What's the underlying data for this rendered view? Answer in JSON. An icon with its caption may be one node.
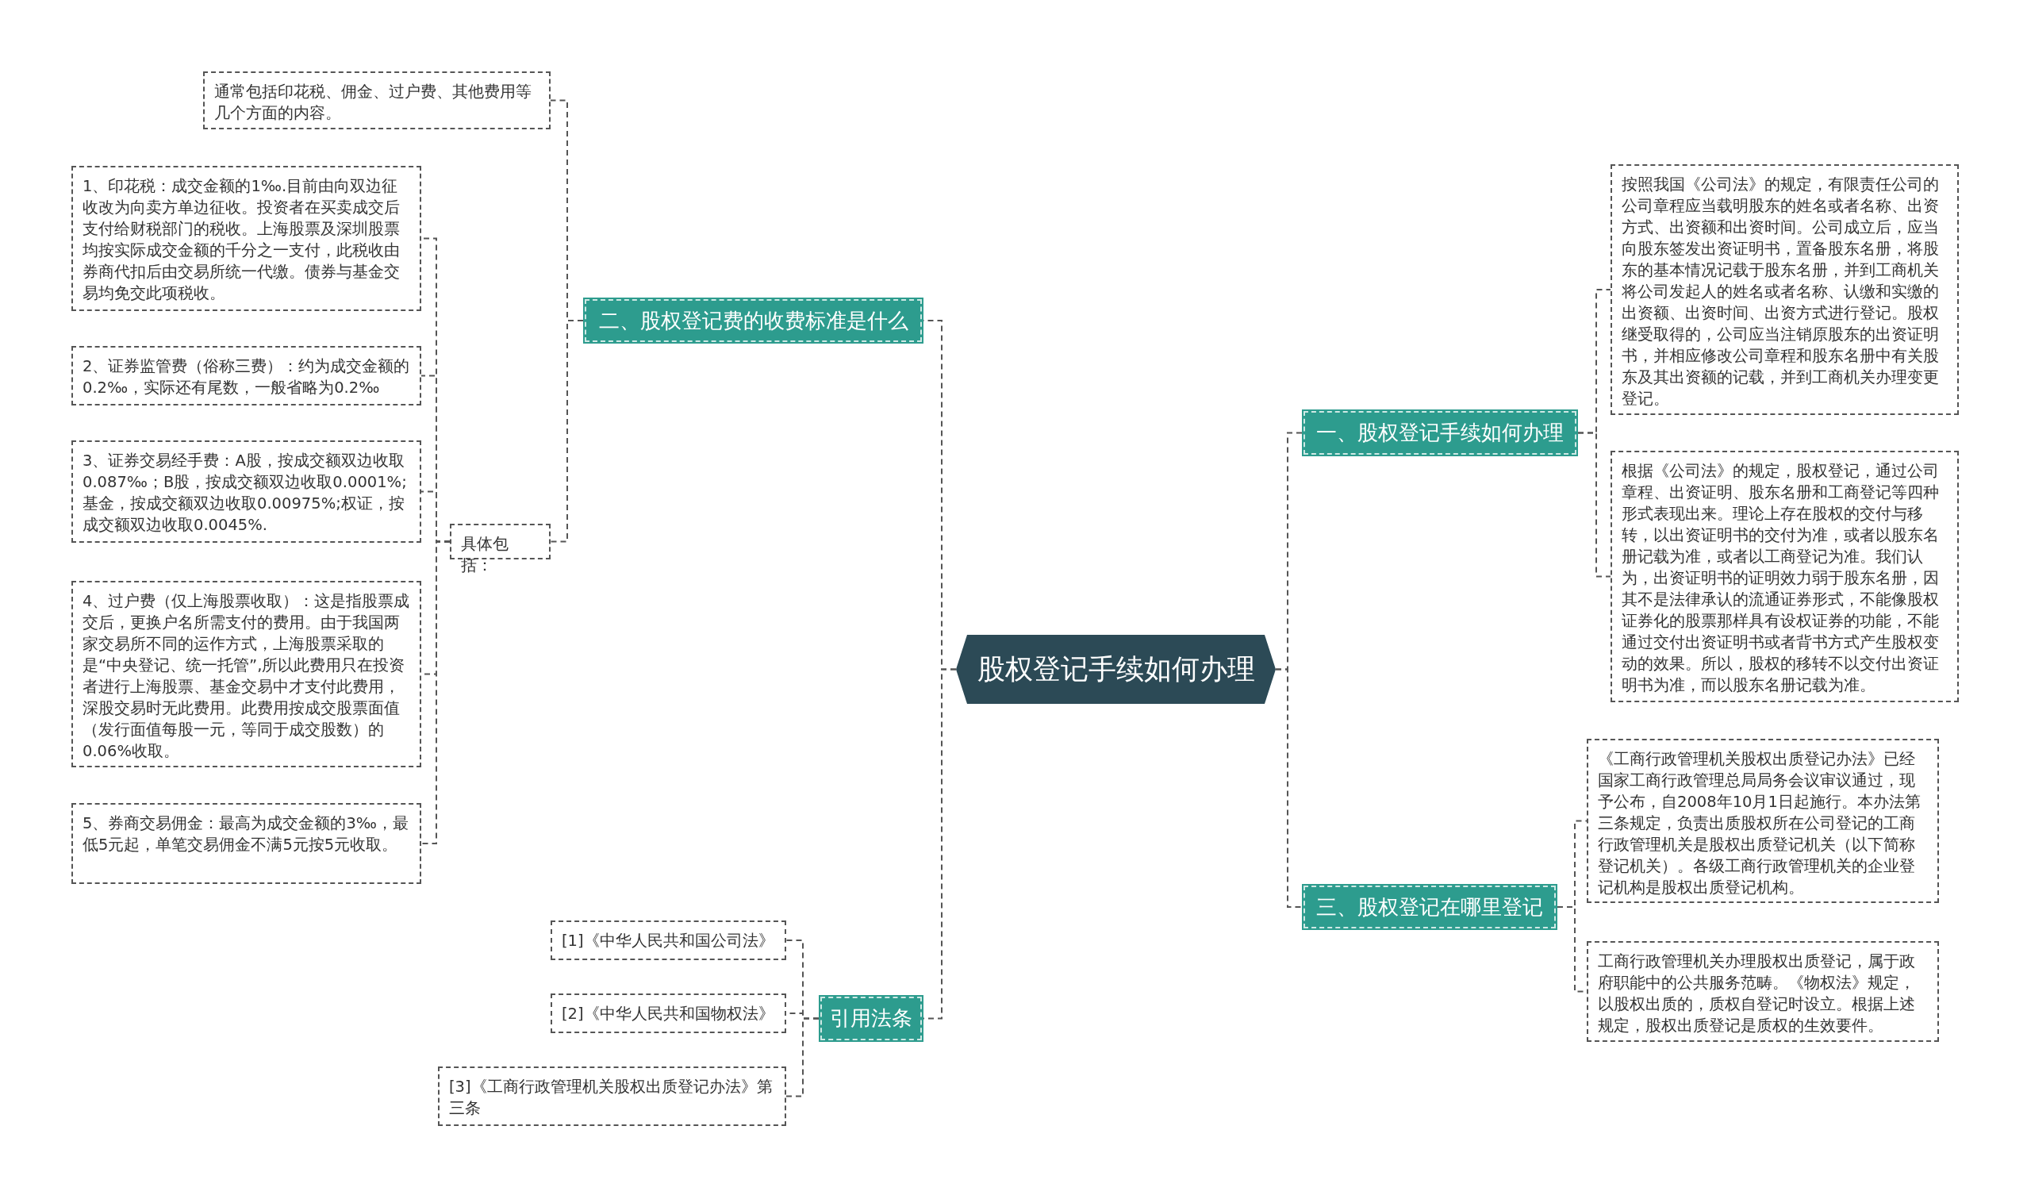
{
  "diagram": {
    "nodes": [
      {
        "text": [
          "股权登记手续如何办理"
        ]
      },
      {
        "text": [
          "二、股权登记费的收费标准是什么"
        ]
      },
      {
        "text": [
          "通常包括印花税、佣金、过户费、其他费用等几个方面的内容。"
        ]
      },
      {
        "text": [
          "具体包括："
        ]
      },
      {
        "text": [
          "1、印花税：成交金额的1‰.目前由向双边征收改为向卖方单边征收。投资者在买卖成交后支付给财税部门的税收。上海股票及深圳股票均按实际成交金额的千分之一支付，此税收由券商代扣后由交易所统一代缴。债券与基金交易均免交此项税收。"
        ]
      },
      {
        "text": [
          "2、证券监管费（俗称三费）：约为成交金额的0.2‰，实际还有尾数，一般省略为0.2‰"
        ]
      },
      {
        "text": [
          "3、证券交易经手费：A股，按成交额双边收取0.087‰；B股，按成交额双边收取0.0001%;基金，按成交额双边收取0.00975%;权证，按成交额双边收取0.0045%."
        ]
      },
      {
        "text": [
          "4、过户费（仅上海股票收取）：这是指股票成交后，更换户名所需支付的费用。由于我国两家交易所不同的运作方式，上海股票采取的是“中央登记、统一托管”,所以此费用只在投资者进行上海股票、基金交易中才支付此费用，深股交易时无此费用。此费用按成交股票面值（发行面值每股一元，等同于成交股数）的0.06%收取。"
        ]
      },
      {
        "text": [
          "5、券商交易佣金：最高为成交金额的3‰，最低5元起，单笔交易佣金不满5元按5元收取。"
        ]
      },
      {
        "text": [
          "引用法条"
        ]
      },
      {
        "text": [
          "[1]《中华人民共和国公司法》"
        ]
      },
      {
        "text": [
          "[2]《中华人民共和国物权法》"
        ]
      },
      {
        "text": [
          "[3]《工商行政管理机关股权出质登记办法》第三条"
        ]
      },
      {
        "text": [
          "一、股权登记手续如何办理"
        ]
      },
      {
        "text": [
          "按照我国《公司法》的规定，有限责任公司的公司章程应当载明股东的姓名或者名称、出资方式、出资额和出资时间。公司成立后，应当向股东签发出资证明书，置备股东名册，将股东的基本情况记载于股东名册，并到工商机关将公司发起人的姓名或者名称、认缴和实缴的出资额、出资时间、出资方式进行登记。股权继受取得的，公司应当注销原股东的出资证明书，并相应修改公司章程和股东名册中有关股东及其出资额的记载，并到工商机关办理变更登记。"
        ]
      },
      {
        "text": [
          "根据《公司法》的规定，股权登记，通过公司章程、出资证明、股东名册和工商登记等四种形式表现出来。理论上存在股权的交付与移转，以出资证明书的交付为准，或者以股东名册记载为准，或者以工商登记为准。我们认为，出资证明书的证明效力弱于股东名册，因其不是法律承认的流通证券形式，不能像股权证券化的股票那样具有设权证券的功能，不能通过交付出资证明书或者背书方式产生股权变动的效果。所以，股权的移转不以交付出资证明书为准，而以股东名册记载为准。"
        ]
      },
      {
        "text": [
          "三、股权登记在哪里登记"
        ]
      },
      {
        "text": [
          "《工商行政管理机关股权出质登记办法》已经国家工商行政管理总局局务会议审议通过，现予公布，自2008年10月1日起施行。本办法第三条规定，负责出质股权所在公司登记的工商行政管理机关是股权出质登记机关（以下简称登记机关）。各级工商行政管理机关的企业登记机构是股权出质登记机构。"
        ]
      },
      {
        "text": [
          "工商行政管理机关办理股权出质登记，属于政府职能中的公共服务范畴。《物权法》规定，以股权出质的，质权自登记时设立。根据上述规定，股权出质登记是质权的生效要件。"
        ]
      }
    ],
    "edges": [
      {
        "from": 0,
        "to": 1,
        "arrow": "none"
      },
      {
        "from": 1,
        "to": 2,
        "arrow": "none"
      },
      {
        "from": 1,
        "to": 3,
        "arrow": "none"
      },
      {
        "from": 3,
        "to": 4,
        "arrow": "none"
      },
      {
        "from": 3,
        "to": 5,
        "arrow": "none"
      },
      {
        "from": 3,
        "to": 6,
        "arrow": "none"
      },
      {
        "from": 3,
        "to": 7,
        "arrow": "none"
      },
      {
        "from": 3,
        "to": 8,
        "arrow": "none"
      },
      {
        "from": 0,
        "to": 9,
        "arrow": "none"
      },
      {
        "from": 9,
        "to": 10,
        "arrow": "none"
      },
      {
        "from": 9,
        "to": 11,
        "arrow": "none"
      },
      {
        "from": 9,
        "to": 12,
        "arrow": "none"
      },
      {
        "from": 0,
        "to": 13,
        "arrow": "none"
      },
      {
        "from": 13,
        "to": 14,
        "arrow": "none"
      },
      {
        "from": 13,
        "to": 15,
        "arrow": "none"
      },
      {
        "from": 0,
        "to": 16,
        "arrow": "none"
      },
      {
        "from": 16,
        "to": 17,
        "arrow": "none"
      },
      {
        "from": 16,
        "to": 18,
        "arrow": "none"
      }
    ]
  }
}
